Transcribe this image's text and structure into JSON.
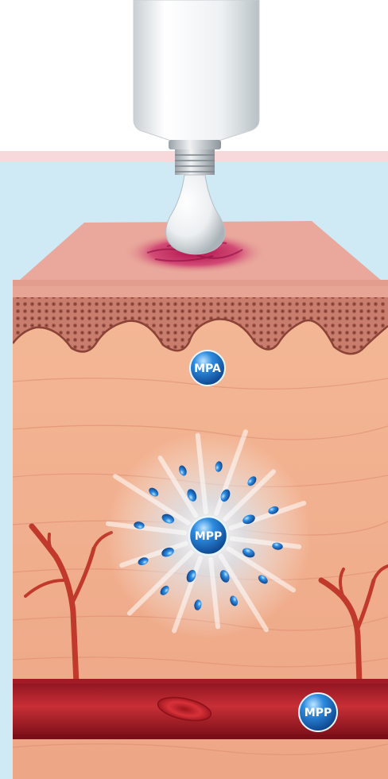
{
  "diagram": {
    "molecules": [
      {
        "id": "mpa-epidermis",
        "label": "MPA"
      },
      {
        "id": "mpp-dermis",
        "label": "MPP"
      },
      {
        "id": "mpp-bloodstream",
        "label": "MPP"
      }
    ],
    "colors": {
      "background_light_blue": "#cfe9f5",
      "background_pink_band": "#f7d9dc",
      "skin_surface": "#e9a89b",
      "wound": "#c2185b",
      "epidermis": "#d9897a",
      "dermis": "#f2b08f",
      "capillary": "#c0392b",
      "blood_vessel": "#b3202a",
      "red_blood_cell": "#d32f2f",
      "molecule_blue": "#1b6fc2",
      "molecule_highlight": "#9fd3f5",
      "tube_white": "#f4f6f7"
    }
  }
}
